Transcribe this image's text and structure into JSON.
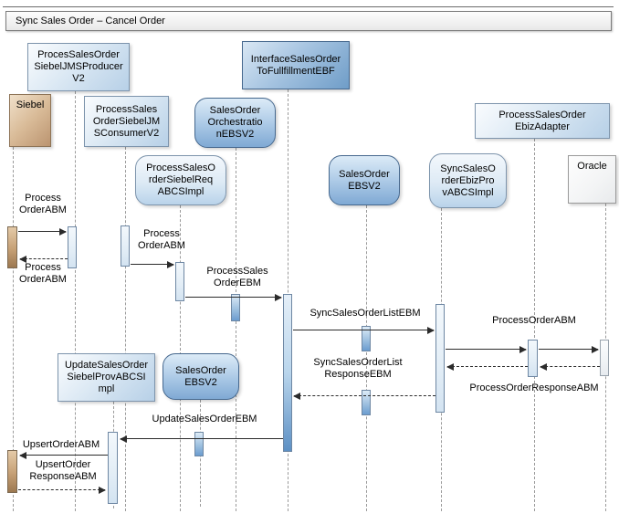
{
  "title": "Sync Sales Order – Cancel Order",
  "colors": {
    "node_blue_light": "#b7d0e7",
    "node_blue_dark": "#6f9dc8",
    "node_tan": "#bb9470",
    "activation_blue": "#6b9ccf",
    "lifeline_gray": "#9b9b9b",
    "arrow_black": "#2b2b2b"
  },
  "actors": [
    {
      "id": "siebel",
      "label": "Siebel",
      "shape": "rect-tan"
    },
    {
      "id": "proces-sales-order-siebel-jms-producer-v2",
      "label": "ProcesSalesOrder\nSiebelJMSProducer\nV2",
      "shape": "rect-blue"
    },
    {
      "id": "process-sales-order-siebel-jms-consumer-v2",
      "label": "ProcessSales\nOrderSiebelJM\nSConsumerV2",
      "shape": "rect-blue"
    },
    {
      "id": "process-sales-order-siebel-req-abcs-impl",
      "label": "ProcessSalesO\nrderSiebelReq\nABCSImpl",
      "shape": "rounded-light"
    },
    {
      "id": "sales-order-orchestration-ebsv2",
      "label": "SalesOrder\nOrchestratio\nnEBSV2",
      "shape": "rounded-dark"
    },
    {
      "id": "interface-sales-order-to-fullfillment-ebf",
      "label": "InterfaceSalesOrder\nToFullfillmentEBF",
      "shape": "rect-blue-dark"
    },
    {
      "id": "sales-order-ebsv2",
      "label": "SalesOrder\nEBSV2",
      "shape": "rounded-dark"
    },
    {
      "id": "sync-sales-order-ebiz-prov-abcs-impl",
      "label": "SyncSalesO\nrderEbizPro\nvABCSImpl",
      "shape": "rounded-light"
    },
    {
      "id": "process-sales-order-ebiz-adapter",
      "label": "ProcessSalesOrder\nEbizAdapter",
      "shape": "rect-blue"
    },
    {
      "id": "oracle",
      "label": "Oracle",
      "shape": "rect-white"
    },
    {
      "id": "update-sales-order-siebel-prov-abcs-impl",
      "label": "UpdateSalesOrder\nSiebelProvABCSI\nmpl",
      "shape": "rect-blue"
    },
    {
      "id": "sales-order-ebsv2-bottom",
      "label": "SalesOrder\nEBSV2",
      "shape": "rounded-dark"
    }
  ],
  "messages": [
    {
      "label": "Process\nOrderABM",
      "from": "Siebel",
      "to": "ProcesSalesOrderSiebelJMSProducerV2",
      "kind": "request"
    },
    {
      "label": "Process\nOrderABM",
      "from": "ProcesSalesOrderSiebelJMSProducerV2",
      "to": "Siebel",
      "kind": "response"
    },
    {
      "label": "Process\nOrderABM",
      "from": "ProcessSalesOrderSiebelJMSConsumerV2",
      "to": "ProcessSalesOrderSiebelReqABCSImpl",
      "kind": "request"
    },
    {
      "label": "ProcessSales\nOrderEBM",
      "from": "ProcessSalesOrderSiebelReqABCSImpl",
      "to": "InterfaceSalesOrderToFullfillmentEBF",
      "kind": "request"
    },
    {
      "label": "SyncSalesOrderListEBM",
      "from": "InterfaceSalesOrderToFullfillmentEBF",
      "to": "SyncSalesOrderEbizProvABCSImpl",
      "kind": "request"
    },
    {
      "label": "ProcessOrderABM",
      "from": "SyncSalesOrderEbizProvABCSImpl",
      "to": "Oracle",
      "kind": "request"
    },
    {
      "label": "ProcessOrderResponseABM",
      "from": "Oracle",
      "to": "SyncSalesOrderEbizProvABCSImpl",
      "kind": "response"
    },
    {
      "label": "SyncSalesOrderList\nResponseEBM",
      "from": "SyncSalesOrderEbizProvABCSImpl",
      "to": "InterfaceSalesOrderToFullfillmentEBF",
      "kind": "response"
    },
    {
      "label": "UpdateSalesOrderEBM",
      "from": "InterfaceSalesOrderToFullfillmentEBF",
      "to": "UpdateSalesOrderSiebelProvABCSImpl",
      "kind": "request"
    },
    {
      "label": "UpsertOrderABM",
      "from": "UpdateSalesOrderSiebelProvABCSImpl",
      "to": "Siebel",
      "kind": "request"
    },
    {
      "label": "UpsertOrder\nResponseABM",
      "from": "Siebel",
      "to": "UpdateSalesOrderSiebelProvABCSImpl",
      "kind": "response"
    }
  ]
}
